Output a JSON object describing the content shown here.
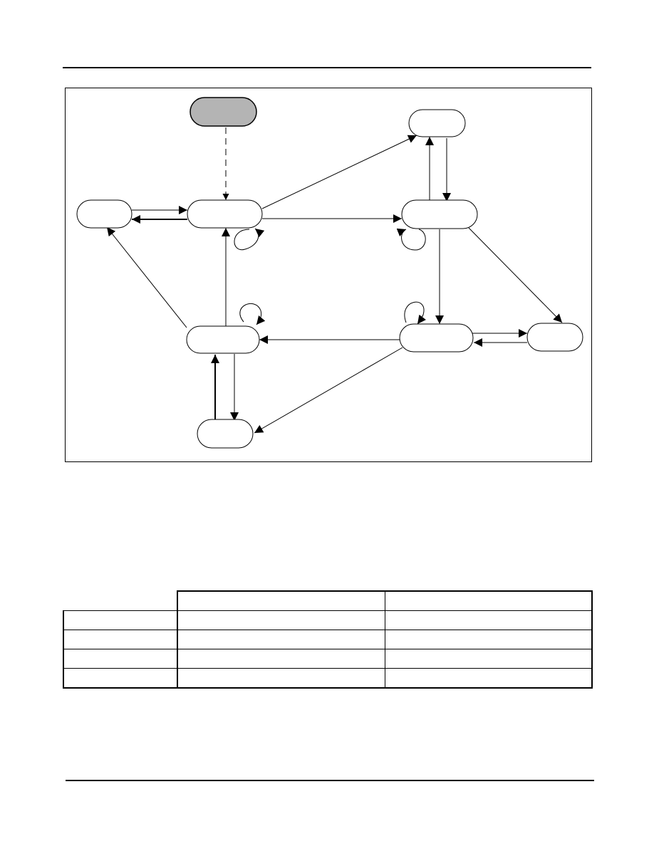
{
  "diagram": {
    "states": [
      {
        "id": "s_top",
        "label": "",
        "fill": "#b4b4b4"
      },
      {
        "id": "s_left",
        "label": ""
      },
      {
        "id": "s_center",
        "label": ""
      },
      {
        "id": "s_upper_right",
        "label": ""
      },
      {
        "id": "s_right",
        "label": ""
      },
      {
        "id": "s_lower_center",
        "label": ""
      },
      {
        "id": "s_lower_right",
        "label": ""
      },
      {
        "id": "s_far_right",
        "label": ""
      },
      {
        "id": "s_bottom",
        "label": ""
      }
    ],
    "transitions": [
      {
        "from": "s_top",
        "to": "s_center",
        "style": "dashed"
      },
      {
        "from": "s_left",
        "to": "s_center"
      },
      {
        "from": "s_center",
        "to": "s_left",
        "style": "bold"
      },
      {
        "from": "s_center",
        "to": "s_upper_right"
      },
      {
        "from": "s_center",
        "to": "s_right"
      },
      {
        "from": "s_center",
        "to": "s_center",
        "style": "loop"
      },
      {
        "from": "s_right",
        "to": "s_upper_right"
      },
      {
        "from": "s_upper_right",
        "to": "s_right"
      },
      {
        "from": "s_right",
        "to": "s_right",
        "style": "loop"
      },
      {
        "from": "s_right",
        "to": "s_lower_right"
      },
      {
        "from": "s_right",
        "to": "s_far_right"
      },
      {
        "from": "s_lower_right",
        "to": "s_lower_right",
        "style": "loop"
      },
      {
        "from": "s_lower_right",
        "to": "s_far_right"
      },
      {
        "from": "s_far_right",
        "to": "s_lower_right"
      },
      {
        "from": "s_lower_right",
        "to": "s_lower_center"
      },
      {
        "from": "s_lower_right",
        "to": "s_bottom"
      },
      {
        "from": "s_lower_center",
        "to": "s_lower_center",
        "style": "loop"
      },
      {
        "from": "s_lower_center",
        "to": "s_center"
      },
      {
        "from": "s_lower_center",
        "to": "s_left"
      },
      {
        "from": "s_lower_center",
        "to": "s_bottom"
      },
      {
        "from": "s_bottom",
        "to": "s_lower_center",
        "style": "bold"
      }
    ]
  },
  "table": {
    "header": [
      "",
      "",
      ""
    ],
    "rows": [
      [
        "",
        "",
        ""
      ],
      [
        "",
        "",
        ""
      ],
      [
        "",
        "",
        ""
      ],
      [
        "",
        "",
        ""
      ]
    ]
  }
}
